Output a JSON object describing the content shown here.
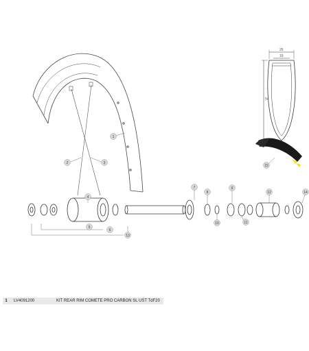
{
  "callouts": [
    "1",
    "2",
    "3",
    "4",
    "5",
    "6",
    "7",
    "8",
    "9",
    "10",
    "11",
    "12",
    "13",
    "14",
    "15"
  ],
  "profile": {
    "width_top": "26",
    "width_inner": "19",
    "height": "54"
  },
  "footer": {
    "index": "1",
    "ref": "LV4091200",
    "description": "KIT REAR RIM COMETE PRO CARBON SL UST TdF20"
  },
  "colors": {
    "line": "#333333",
    "callout_fill": "#d8d8d8",
    "tire_yellow": "#f2e312",
    "footer_bg": "#e9e9e9"
  }
}
